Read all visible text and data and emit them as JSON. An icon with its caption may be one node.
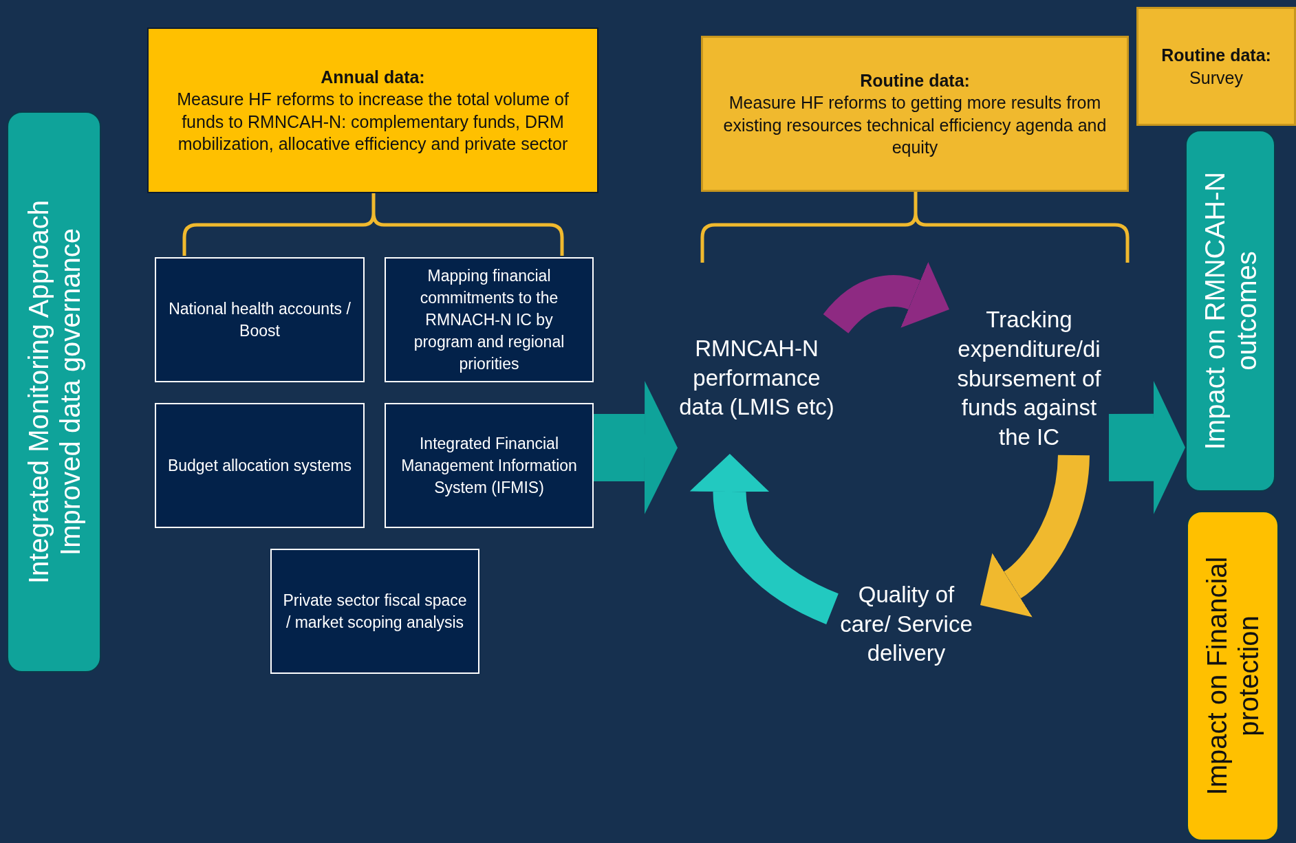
{
  "diagram": {
    "nodes": [
      {
        "text": [
          "Integrated Monitoring Approach",
          "Improved data governance"
        ]
      },
      {
        "text": [
          "Annual data:",
          "Measure HF reforms to increase the total volume of funds to RMNCAH-N: complementary funds, DRM mobilization, allocative efficiency and private sector"
        ]
      },
      {
        "text": [
          "National health accounts / Boost"
        ]
      },
      {
        "text": [
          "Mapping financial commitments to the RMNACH-N IC by program and regional priorities"
        ]
      },
      {
        "text": [
          "Budget allocation systems"
        ]
      },
      {
        "text": [
          "Integrated Financial Management Information System (IFMIS)"
        ]
      },
      {
        "text": [
          "Private sector fiscal space / market scoping analysis"
        ]
      },
      {
        "text": [
          "Routine data:",
          "Measure HF reforms to getting more results from existing resources technical efficiency agenda and equity"
        ]
      },
      {
        "text": [
          "Routine data:",
          "Survey"
        ]
      },
      {
        "text": [
          "RMNCAH-N performance data (LMIS etc)"
        ]
      },
      {
        "text": [
          "Tracking expenditure/di sbursement of funds against the IC"
        ]
      },
      {
        "text": [
          "Quality of care/ Service delivery"
        ]
      },
      {
        "text": [
          "Impact on RMNCAH-N outcomes"
        ]
      },
      {
        "text": [
          "Impact on Financial protection"
        ]
      }
    ],
    "edges": [
      {
        "from": 5,
        "to": 9,
        "arrow": "to",
        "style": "thick",
        "color": "#0fa39a"
      },
      {
        "from": 9,
        "to": 10,
        "arrow": "to",
        "color": "#8e2a82"
      },
      {
        "from": 10,
        "to": 11,
        "arrow": "to",
        "color": "#f0b92e"
      },
      {
        "from": 11,
        "to": 9,
        "arrow": "to",
        "color": "#22c9c0"
      },
      {
        "from": 10,
        "to": 12,
        "arrow": "to",
        "style": "thick",
        "color": "#0fa39a"
      }
    ]
  }
}
